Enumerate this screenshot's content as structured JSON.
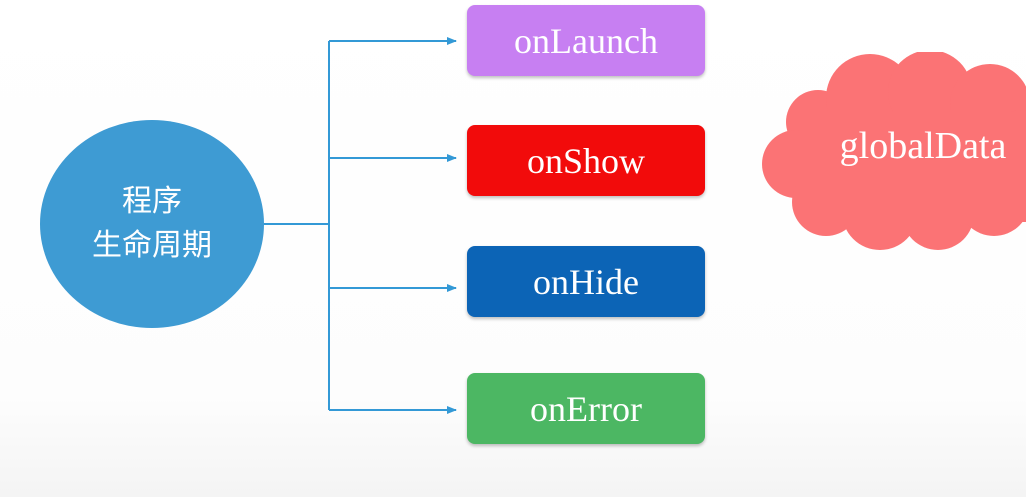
{
  "center": {
    "line1": "程序",
    "line2": "生命周期",
    "color": "#3e9bd3"
  },
  "hooks": [
    {
      "label": "onLaunch",
      "color": "#c77ff2"
    },
    {
      "label": "onShow",
      "color": "#f20b0b"
    },
    {
      "label": "onHide",
      "color": "#0c64b6"
    },
    {
      "label": "onError",
      "color": "#4cb763"
    }
  ],
  "cloud": {
    "label": "globalData",
    "color": "#fb7375"
  },
  "connector_color": "#3399d6"
}
